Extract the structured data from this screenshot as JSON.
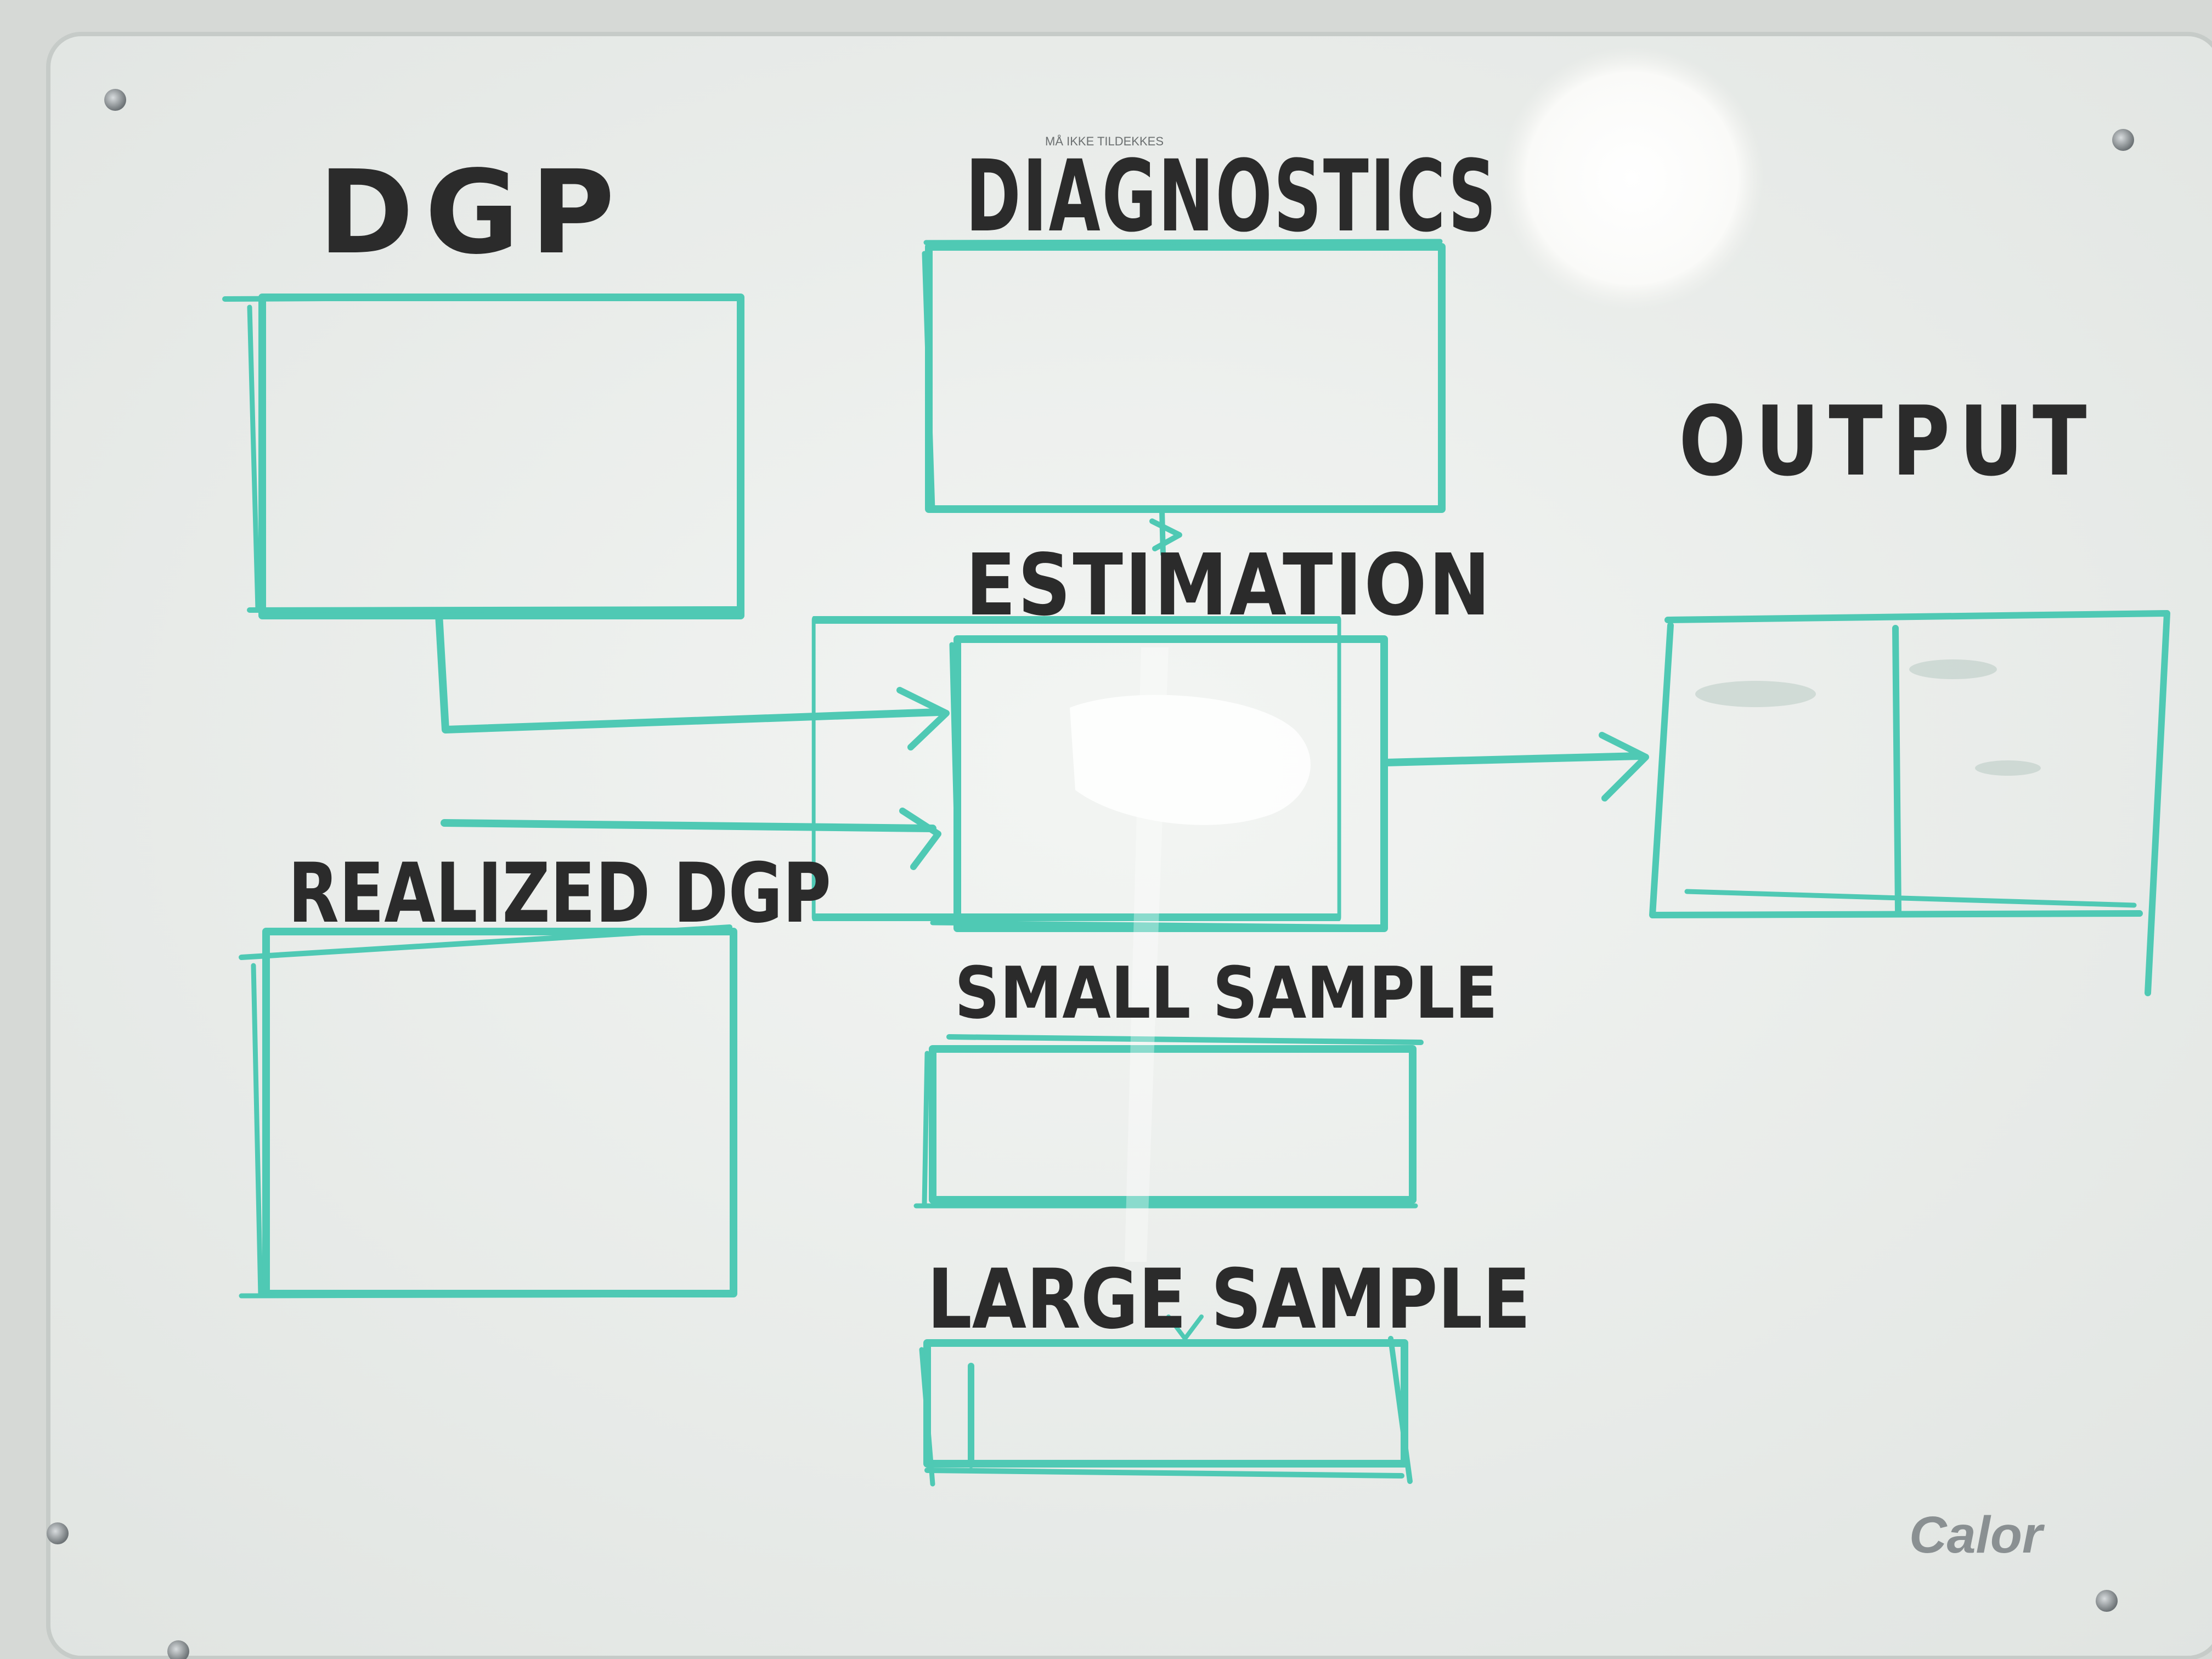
{
  "board": {
    "warning_label": "MÅ IKKE TILDEKKES",
    "brand": "Calor"
  },
  "diagram": {
    "dgp_label": "DGP",
    "diagnostics_label": "DIAGNOSTICS",
    "estimation_label": "ESTIMATION",
    "output_label": "OUTPUT",
    "realized_dgp_label": "REALIZED DGP",
    "small_sample_label": "SMALL SAMPLE",
    "large_sample_label": "LARGE SAMPLE"
  },
  "colors": {
    "marker_teal": "#4fc9b4",
    "marker_black": "#2b2b2b",
    "board_white": "#eef1ee",
    "wall": "#d9dcd9",
    "screw": "#9aa0a3"
  }
}
